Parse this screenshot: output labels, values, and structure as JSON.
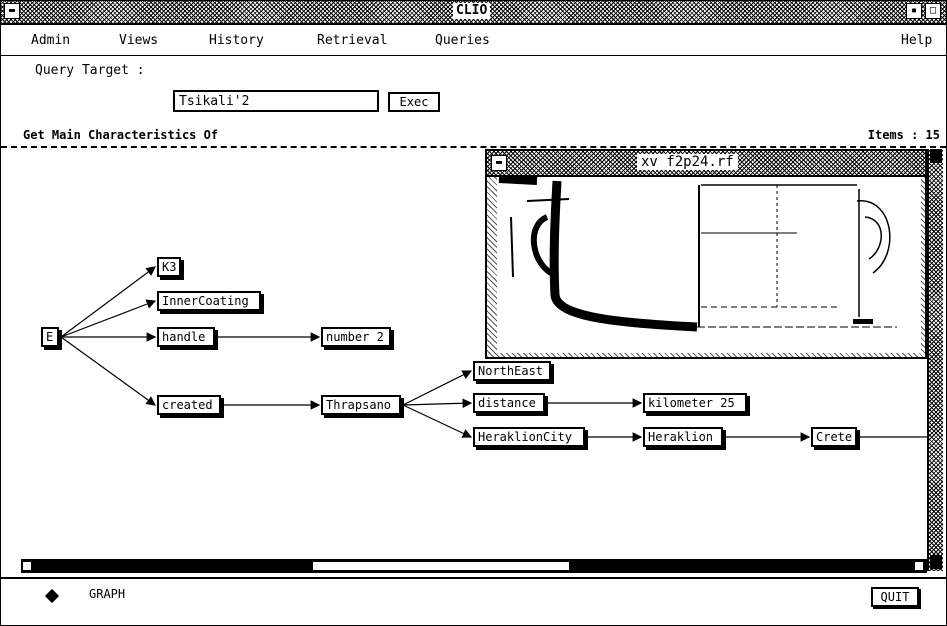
{
  "window": {
    "title": "CLIO"
  },
  "menubar": {
    "items": [
      "Admin",
      "Views",
      "History",
      "Retrieval",
      "Queries"
    ],
    "help": "Help"
  },
  "query": {
    "label": "Query Target :",
    "value": "Tsikali'2",
    "exec_label": "Exec"
  },
  "status": {
    "left": "Get Main Characteristics Of",
    "right": "Items : 15"
  },
  "graph": {
    "nodes": {
      "root": "E",
      "k3": "K3",
      "innercoating": "InnerCoating",
      "handle": "handle",
      "number2": "number 2",
      "created": "created",
      "thrapsano": "Thrapsano",
      "northeast": "NorthEast",
      "distance": "distance",
      "km25": "kilometer 25",
      "heraklioncity": "HeraklionCity",
      "heraklion": "Heraklion",
      "crete": "Crete"
    }
  },
  "viewer": {
    "title": "xv f2p24.rf"
  },
  "bottom": {
    "mode_label": "GRAPH",
    "quit_label": "QUIT"
  }
}
